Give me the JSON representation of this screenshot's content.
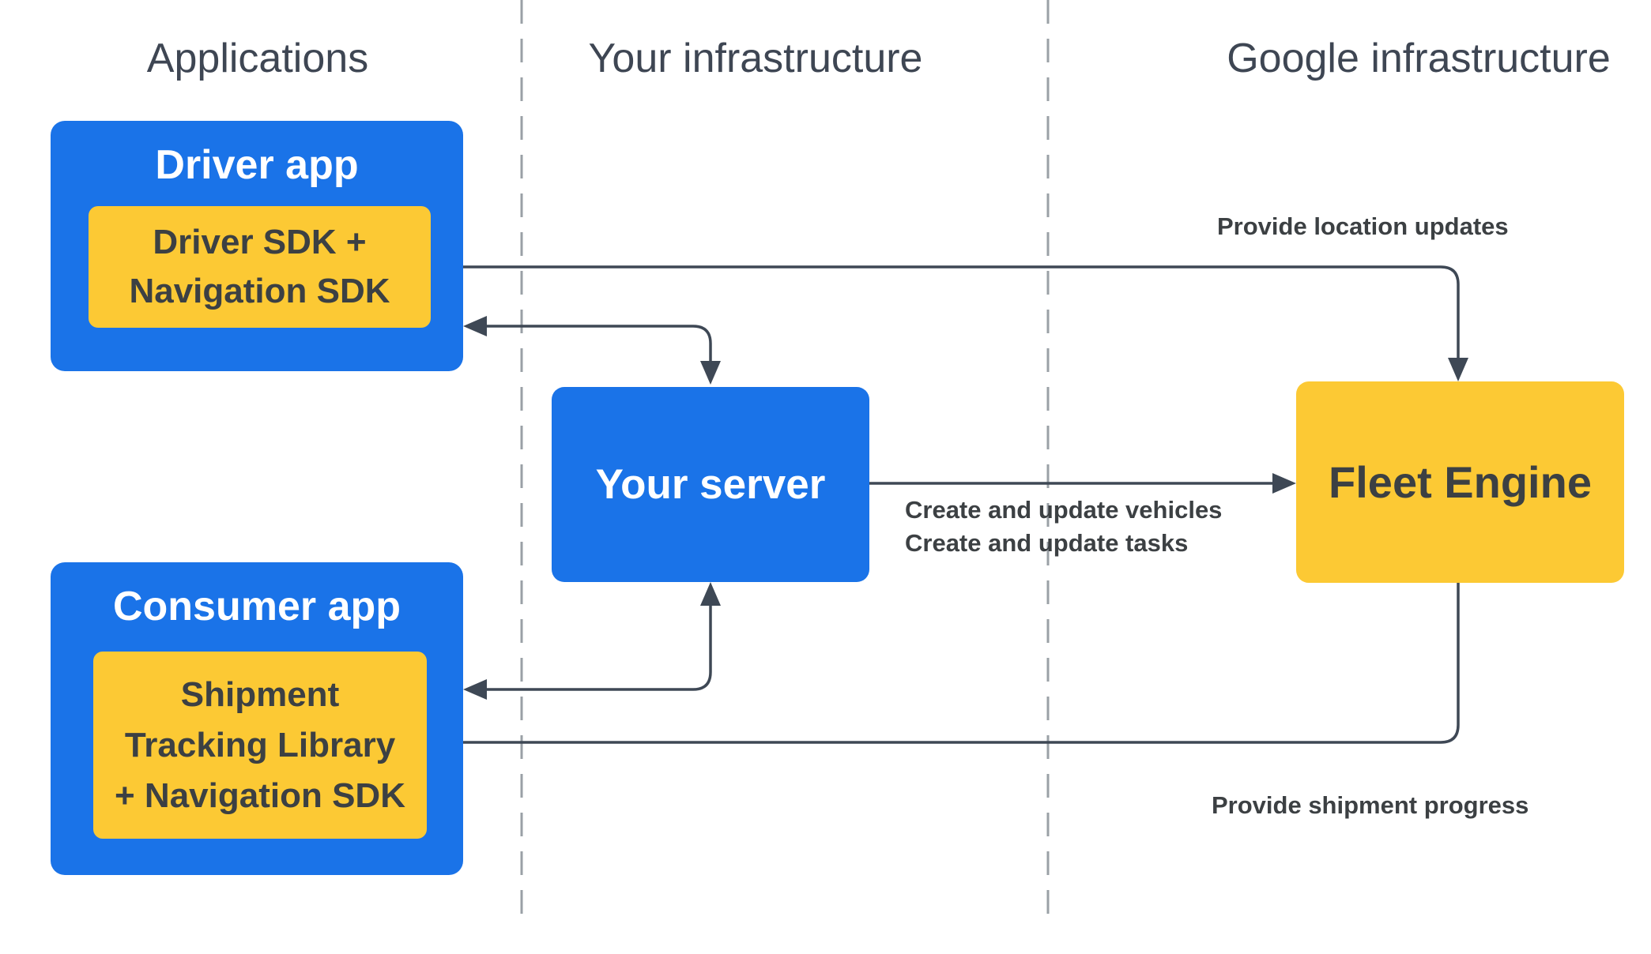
{
  "colors": {
    "box_blue": "#1a73e8",
    "box_yellow": "#fcc934",
    "text_dark": "#3c4043",
    "text_light": "#ffffff",
    "header_text": "#3e4653",
    "arrow": "#3e4855",
    "divider": "#9aa0a6"
  },
  "headers": {
    "applications": "Applications",
    "your_infrastructure": "Your infrastructure",
    "google_infrastructure": "Google infrastructure"
  },
  "nodes": {
    "driver_app": {
      "title": "Driver app",
      "inner": "Driver SDK +\nNavigation SDK"
    },
    "consumer_app": {
      "title": "Consumer app",
      "inner": "Shipment\nTracking Library\n+ Navigation SDK"
    },
    "your_server": {
      "title": "Your server"
    },
    "fleet_engine": {
      "title": "Fleet Engine"
    }
  },
  "edges": {
    "provide_location_updates": "Provide location updates",
    "create_and_update": "Create and update vehicles\nCreate and update tasks",
    "provide_shipment_progress": "Provide shipment progress"
  }
}
